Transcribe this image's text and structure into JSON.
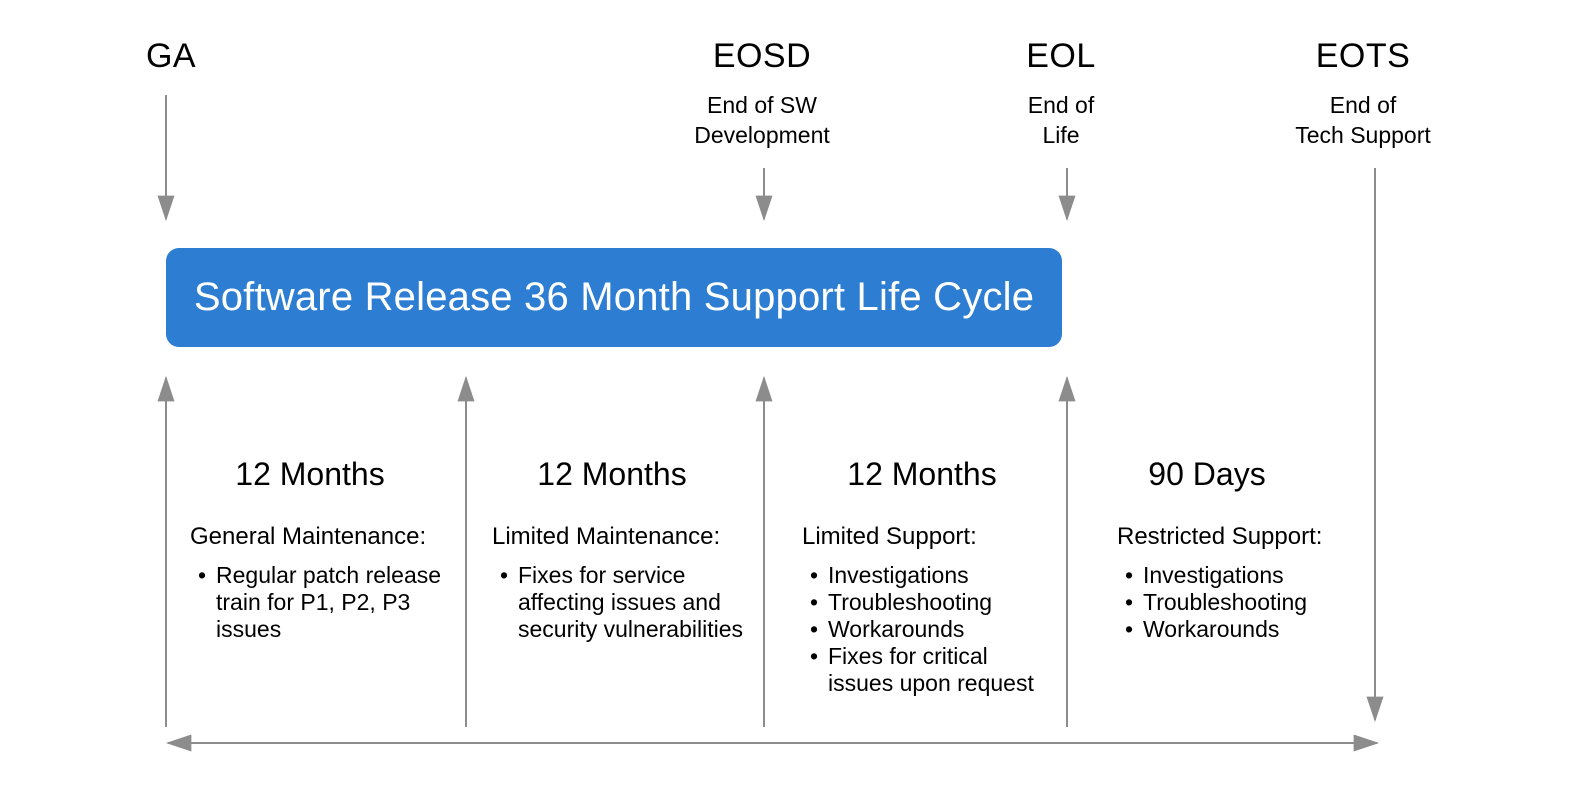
{
  "colors": {
    "background": "#ffffff",
    "banner_blue": "#2d7ed3",
    "banner_text": "#ffffff",
    "arrow_gray": "#8c8c8c",
    "text_black": "#000000"
  },
  "banner": {
    "label": "Software Release 36 Month Support Life Cycle"
  },
  "milestones": [
    {
      "abbr": "GA",
      "description": ""
    },
    {
      "abbr": "EOSD",
      "description": "End of SW\nDevelopment"
    },
    {
      "abbr": "EOL",
      "description": "End of\nLife"
    },
    {
      "abbr": "EOTS",
      "description": "End of\nTech Support"
    }
  ],
  "phases": [
    {
      "duration": "12 Months",
      "category": "General Maintenance:",
      "bullets": [
        "Regular patch release\ntrain for P1, P2, P3\nissues"
      ]
    },
    {
      "duration": "12 Months",
      "category": "Limited Maintenance:",
      "bullets": [
        "Fixes for service\naffecting issues and\nsecurity vulnerabilities"
      ]
    },
    {
      "duration": "12 Months",
      "category": "Limited Support:",
      "bullets": [
        "Investigations",
        "Troubleshooting",
        "Workarounds",
        "Fixes for critical\nissues upon request"
      ]
    },
    {
      "duration": "90 Days",
      "category": "Restricted Support:",
      "bullets": [
        "Investigations",
        "Troubleshooting",
        "Workarounds"
      ]
    }
  ]
}
